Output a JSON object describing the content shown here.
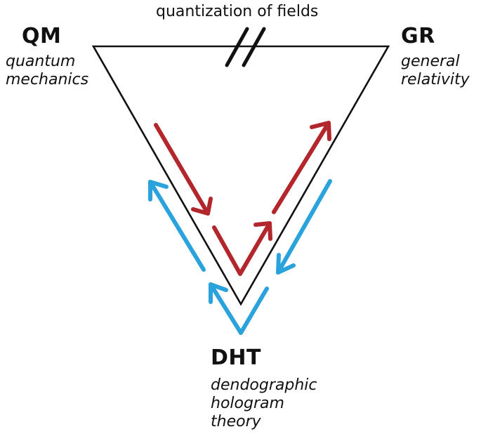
{
  "caption": "quantization of fields",
  "theories": {
    "qm": {
      "abbr": "QM",
      "line1": "quantum",
      "line2": "mechanics"
    },
    "gr": {
      "abbr": "GR",
      "line1": "general",
      "line2": "relativity"
    },
    "dht": {
      "abbr": "DHT",
      "line1": "dendographic",
      "line2": "hologram",
      "line3": "theory"
    }
  },
  "colors": {
    "triangle": "#111111",
    "red_arrows": "#b3262b",
    "blue_arrows": "#2aa3dc"
  },
  "symbols": {
    "break_mark": "double-slash-break"
  }
}
